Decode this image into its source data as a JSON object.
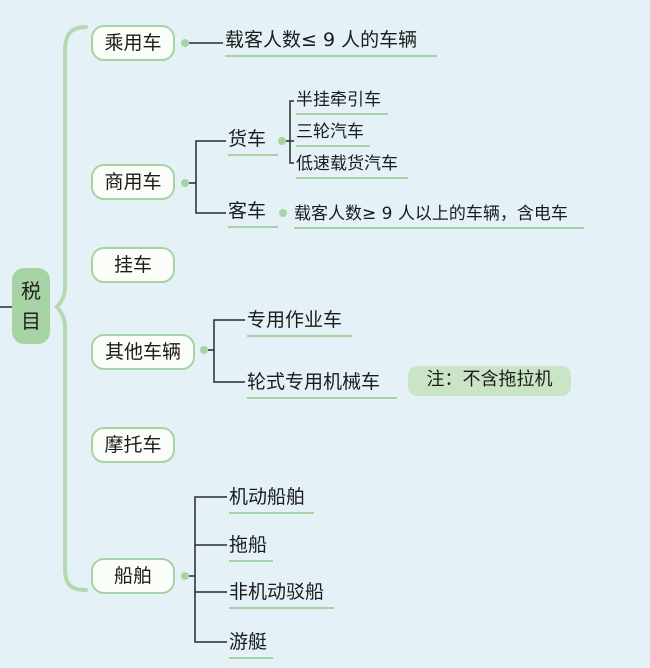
{
  "root": {
    "label": "税目"
  },
  "categories": {
    "passenger_car": "乘用车",
    "commercial_car": "商用车",
    "trailer": "挂车",
    "other_vehicles": "其他车辆",
    "motorcycle": "摩托车",
    "ship": "船舶"
  },
  "subcategories": {
    "truck": "货车",
    "bus": "客车"
  },
  "details": {
    "passenger_car_condition": "载客人数≤ 9 人的车辆",
    "truck_items": [
      "半挂牵引车",
      "三轮汽车",
      "低速载货汽车"
    ],
    "bus_condition": "载客人数≥ 9 人以上的车辆，含电车",
    "other_vehicle_items": [
      "专用作业车",
      "轮式专用机械车"
    ],
    "other_vehicle_note": "注：不含拖拉机",
    "ship_items": [
      "机动船舶",
      "拖船",
      "非机动驳船",
      "游艇"
    ]
  }
}
